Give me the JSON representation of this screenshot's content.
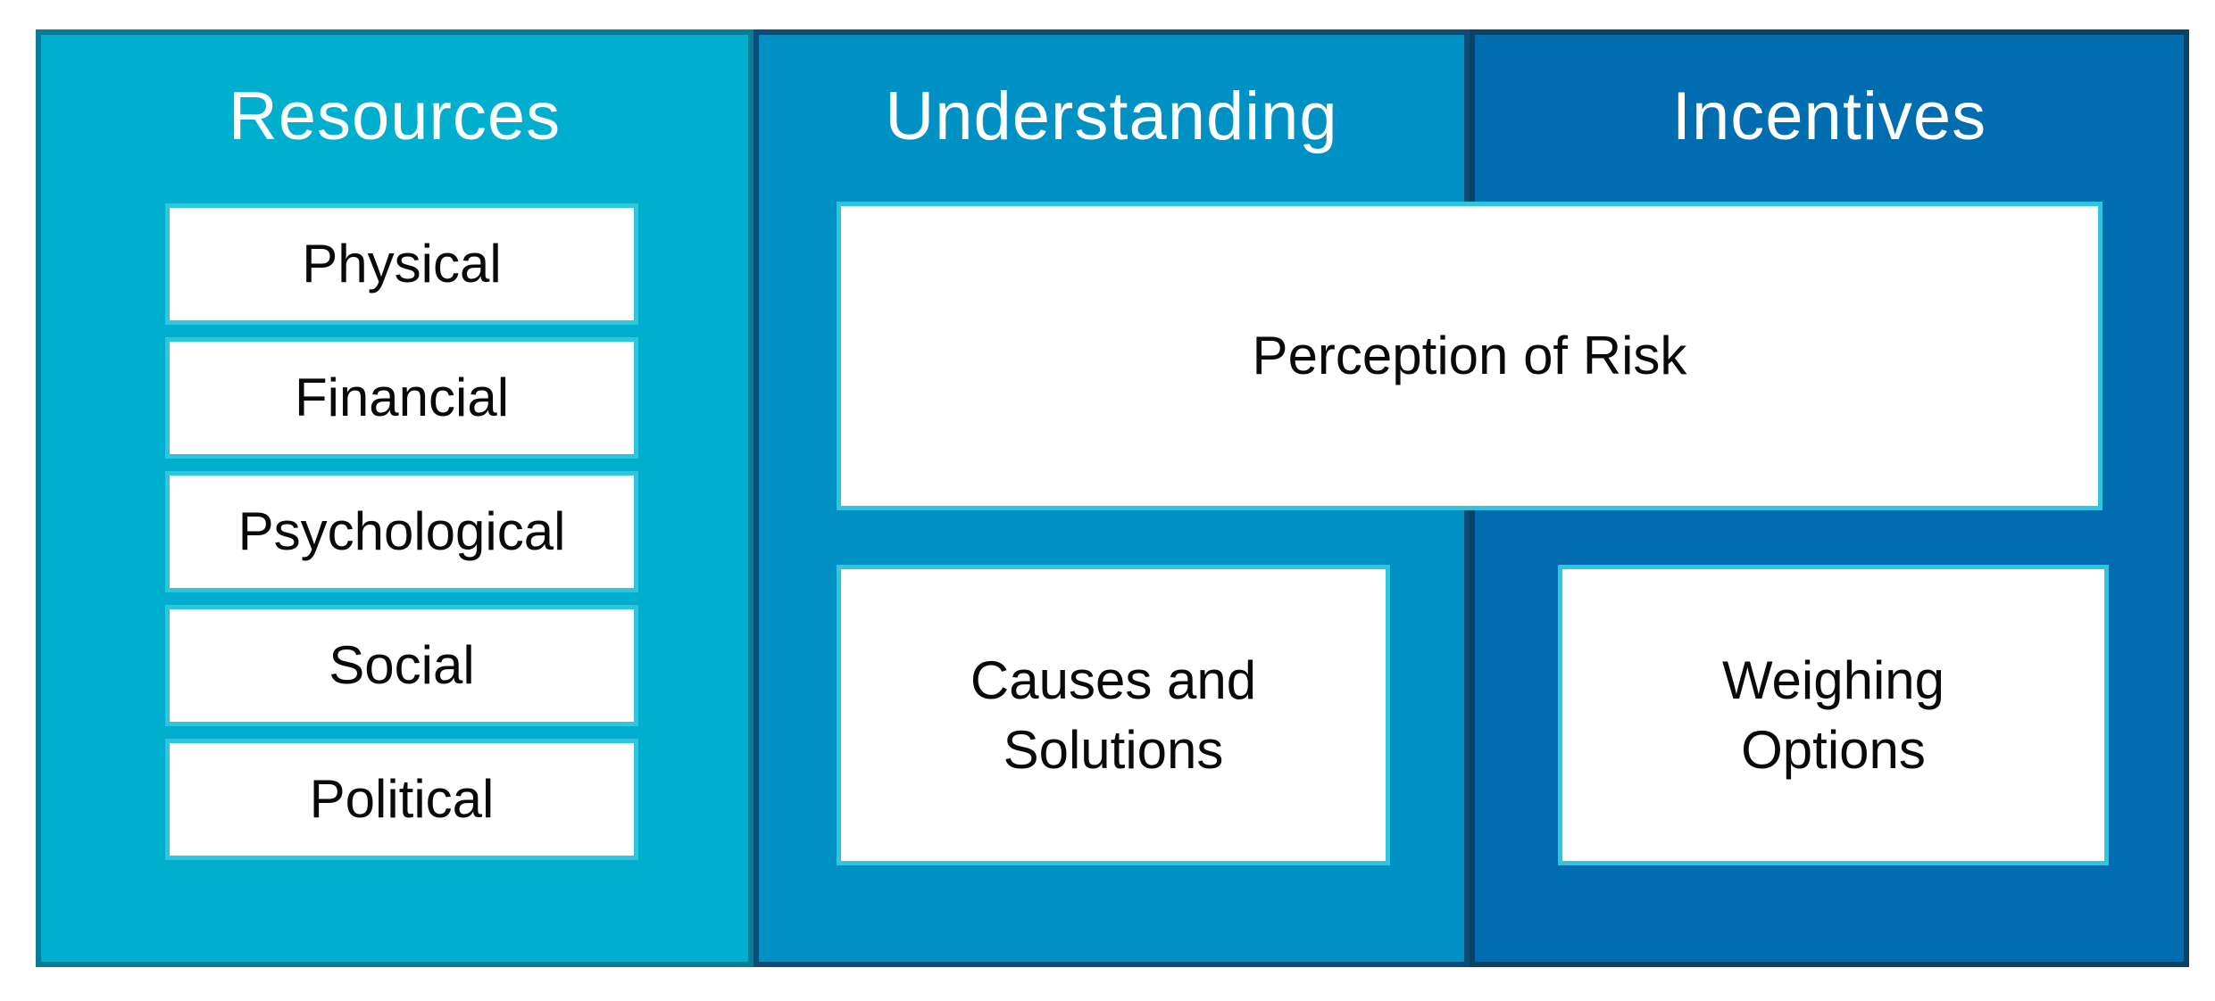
{
  "colors": {
    "canvas_bg": "#FFFFFF",
    "box_fill": "#FFFFFF",
    "box_border": "#2EC5DE",
    "box_text": "#0A0A0A",
    "heading_text": "#FFFFFF",
    "resources_fill": "#00AFCE",
    "resources_border": "#077E95",
    "understanding_fill": "#0091C4",
    "understanding_border": "#0B4D78",
    "incentives_fill": "#006DB1",
    "incentives_border": "#084267"
  },
  "columns": [
    {
      "title": "Resources",
      "items": [
        "Physical",
        "Financial",
        "Psychological",
        "Social",
        "Political"
      ]
    },
    {
      "title": "Understanding",
      "items": [
        "Causes and Solutions"
      ]
    },
    {
      "title": "Incentives",
      "items": [
        "Weighing Options"
      ]
    }
  ],
  "shared_box": {
    "label": "Perception of Risk"
  }
}
